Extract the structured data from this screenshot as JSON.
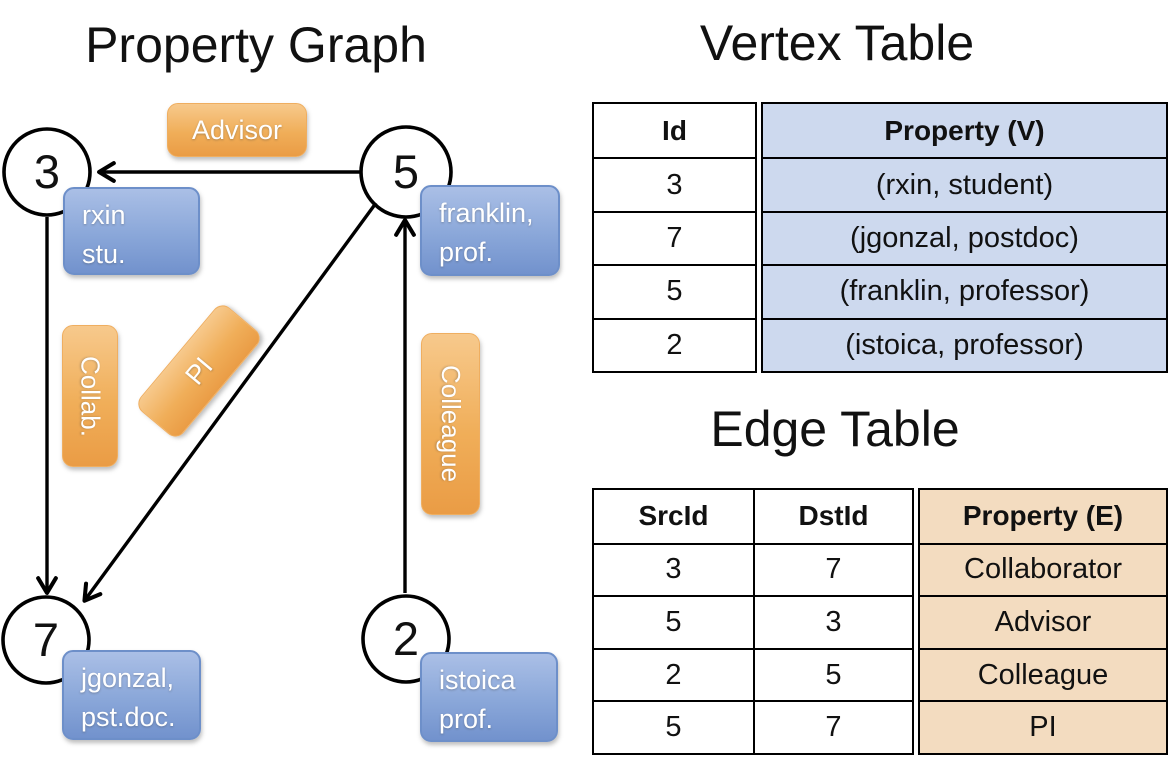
{
  "graph": {
    "title": "Property Graph",
    "nodes": [
      {
        "id": "3",
        "label_lines": [
          "rxin",
          "stu."
        ]
      },
      {
        "id": "5",
        "label_lines": [
          "franklin,",
          "prof."
        ]
      },
      {
        "id": "7",
        "label_lines": [
          "jgonzal,",
          "pst.doc."
        ]
      },
      {
        "id": "2",
        "label_lines": [
          "istoica",
          "prof."
        ]
      }
    ],
    "edge_labels": {
      "advisor": "Advisor",
      "collab": "Collab.",
      "pi": "PI",
      "colleague": "Colleague"
    }
  },
  "vertex_table": {
    "title": "Vertex Table",
    "columns": [
      "Id",
      "Property (V)"
    ],
    "rows": [
      [
        "3",
        "(rxin, student)"
      ],
      [
        "7",
        "(jgonzal, postdoc)"
      ],
      [
        "5",
        "(franklin, professor)"
      ],
      [
        "2",
        "(istoica, professor)"
      ]
    ]
  },
  "edge_table": {
    "title": "Edge Table",
    "columns": [
      "SrcId",
      "DstId",
      "Property (E)"
    ],
    "rows": [
      [
        "3",
        "7",
        "Collaborator"
      ],
      [
        "5",
        "3",
        "Advisor"
      ],
      [
        "2",
        "5",
        "Colleague"
      ],
      [
        "5",
        "7",
        "PI"
      ]
    ]
  },
  "colors": {
    "node_fill": "#ffffff",
    "edge_stroke": "#000000",
    "orange_box_top": "#f7c98c",
    "orange_box_bottom": "#ea9c45",
    "blue_box_top": "#aabfe6",
    "blue_box_bottom": "#7292cd",
    "vertex_property_cell": "#cdd9ee",
    "edge_property_cell": "#f3dcc0"
  }
}
